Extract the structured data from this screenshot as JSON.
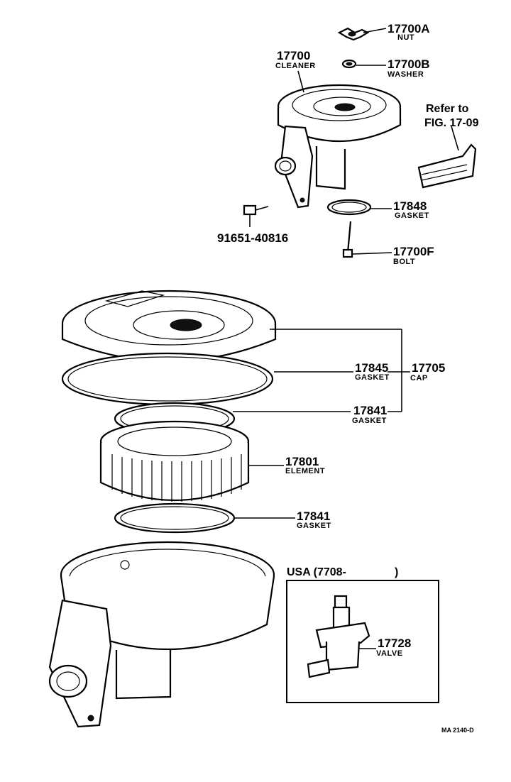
{
  "labels": {
    "p17700a": {
      "num": "17700A",
      "name": "NUT"
    },
    "p17700": {
      "num": "17700",
      "name": "CLEANER"
    },
    "p17700b": {
      "num": "17700B",
      "name": "WASHER"
    },
    "refer": {
      "line1": "Refer to",
      "line2": "FIG. 17-09"
    },
    "p17848": {
      "num": "17848",
      "name": "GASKET"
    },
    "p91651": {
      "num": "91651-40816"
    },
    "p17700f": {
      "num": "17700F",
      "name": "BOLT"
    },
    "p17845": {
      "num": "17845",
      "name": "GASKET"
    },
    "p17705": {
      "num": "17705",
      "name": "CAP"
    },
    "p17841a": {
      "num": "17841",
      "name": "GASKET"
    },
    "p17801": {
      "num": "17801",
      "name": "ELEMENT"
    },
    "p17841b": {
      "num": "17841",
      "name": "GASKET"
    },
    "usa": {
      "text": "USA (7708-",
      "close": ")"
    },
    "p17728": {
      "num": "17728",
      "name": "VALVE"
    },
    "code": {
      "text": "MA 2140-D"
    }
  }
}
